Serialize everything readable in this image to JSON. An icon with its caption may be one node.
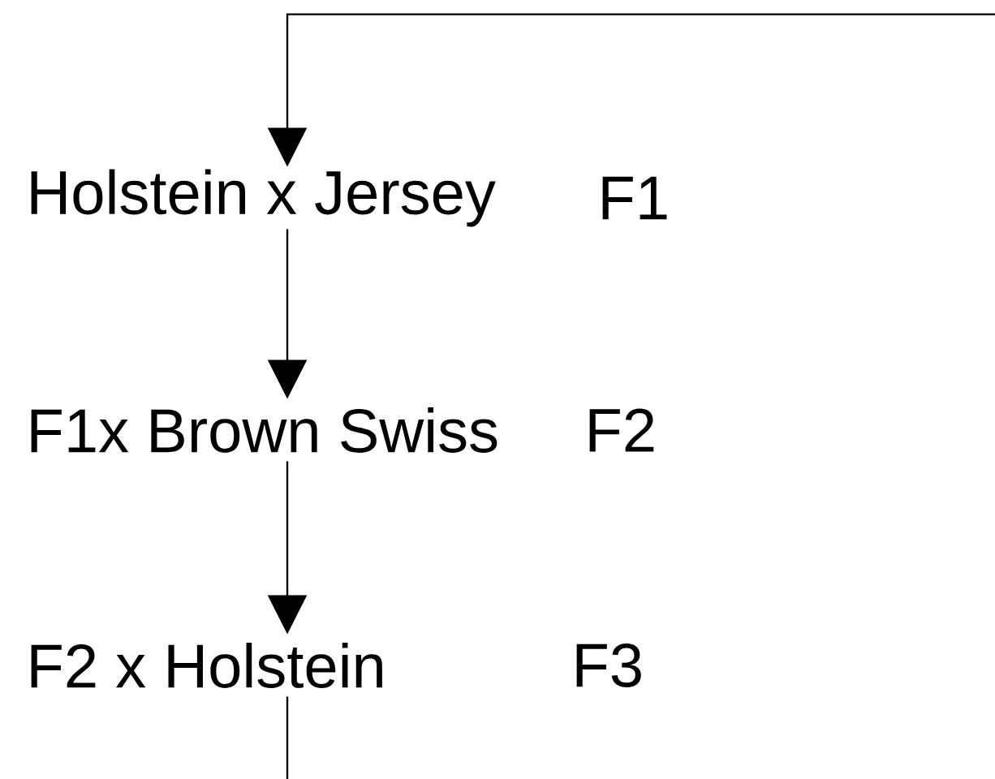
{
  "diagram": {
    "nodes": [
      {
        "text": [
          "Holstein x Jersey"
        ],
        "beside": [
          "F1"
        ]
      },
      {
        "text": [
          "F1x Brown Swiss"
        ],
        "beside": [
          "F2"
        ]
      },
      {
        "text": [
          "F2 x Holstein"
        ],
        "beside": [
          "F3"
        ]
      }
    ],
    "edges": [
      {
        "from": 0,
        "to": 1,
        "arrow": "to"
      },
      {
        "from": 1,
        "to": 2,
        "arrow": "to"
      },
      {
        "from": 2,
        "to": 0,
        "arrow": "to"
      }
    ]
  }
}
